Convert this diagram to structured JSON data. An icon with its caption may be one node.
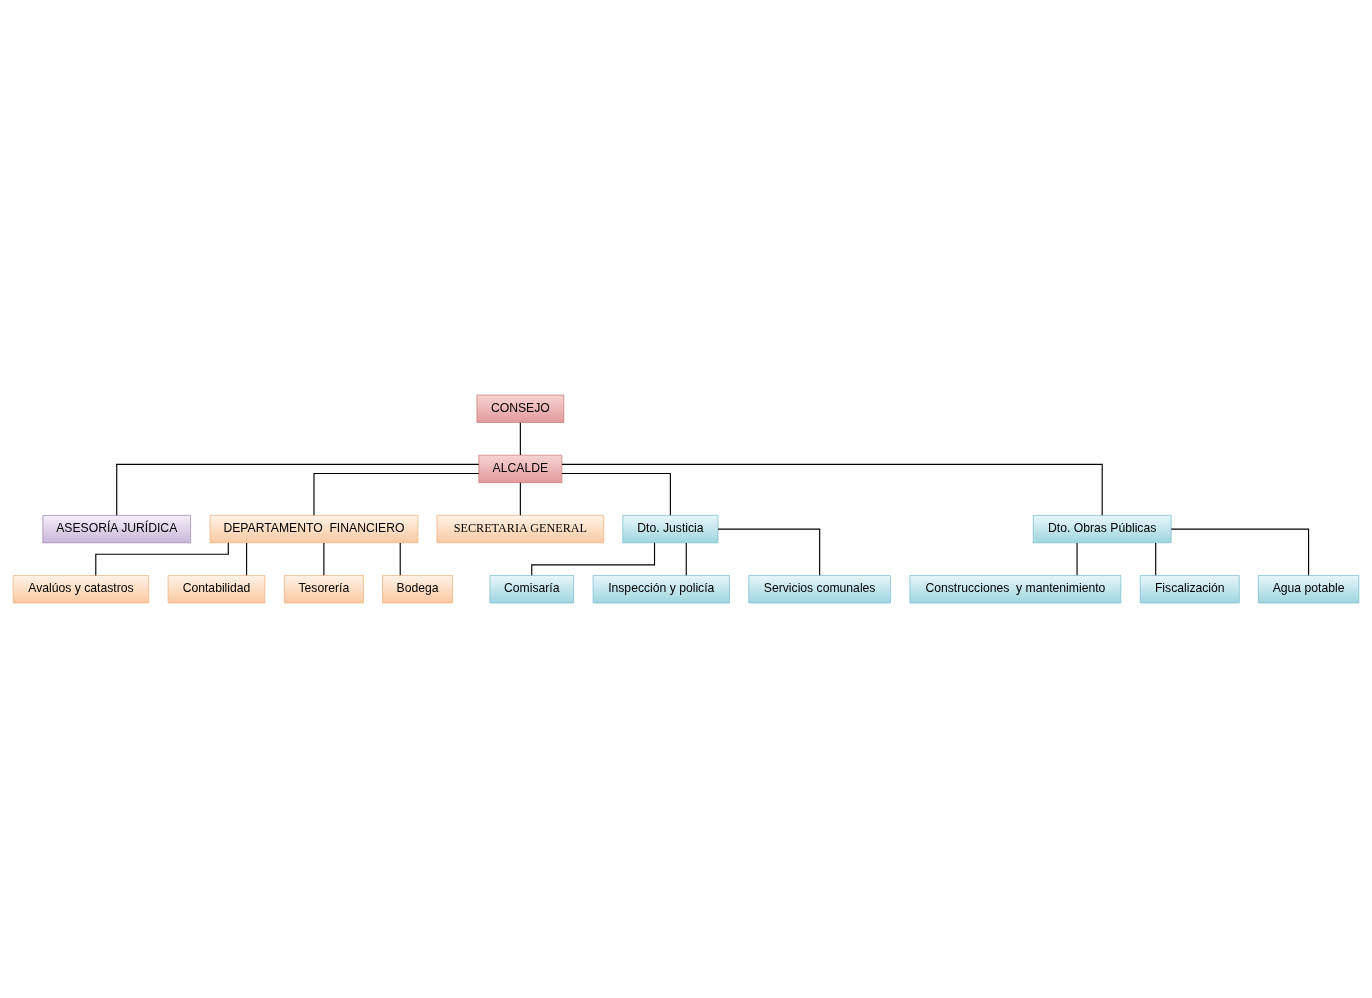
{
  "diagram": {
    "nodes": [
      {
        "text": [
          "CONSEJO"
        ]
      },
      {
        "text": [
          "ALCALDE"
        ]
      },
      {
        "text": [
          "ASESORÍA JURÍDICA"
        ]
      },
      {
        "text": [
          "DEPARTAMENTO  FINANCIERO"
        ]
      },
      {
        "text": [
          "SECRETARIA GENERAL"
        ]
      },
      {
        "text": [
          "Avalúos y catastros"
        ]
      },
      {
        "text": [
          "Contabilidad"
        ]
      },
      {
        "text": [
          "Tesorería"
        ]
      },
      {
        "text": [
          "Bodega"
        ]
      },
      {
        "text": [
          "Dto. Justicia"
        ]
      },
      {
        "text": [
          "Dto. Obras Públicas"
        ]
      },
      {
        "text": [
          "Comisaría"
        ]
      },
      {
        "text": [
          "Inspección y policía"
        ]
      },
      {
        "text": [
          "Servicios comunales"
        ]
      },
      {
        "text": [
          "Construcciones  y mantenimiento"
        ]
      },
      {
        "text": [
          "Fiscalización"
        ]
      },
      {
        "text": [
          "Agua potable"
        ]
      }
    ],
    "edges": [
      {
        "from": 0,
        "to": 1,
        "arrow": "none"
      },
      {
        "from": 1,
        "to": 2,
        "arrow": "none"
      },
      {
        "from": 1,
        "to": 3,
        "arrow": "none"
      },
      {
        "from": 1,
        "to": 4,
        "arrow": "none"
      },
      {
        "from": 1,
        "to": 9,
        "arrow": "none"
      },
      {
        "from": 1,
        "to": 10,
        "arrow": "none"
      },
      {
        "from": 3,
        "to": 5,
        "arrow": "none"
      },
      {
        "from": 3,
        "to": 6,
        "arrow": "none"
      },
      {
        "from": 3,
        "to": 7,
        "arrow": "none"
      },
      {
        "from": 3,
        "to": 8,
        "arrow": "none"
      },
      {
        "from": 9,
        "to": 11,
        "arrow": "none"
      },
      {
        "from": 9,
        "to": 12,
        "arrow": "none"
      },
      {
        "from": 9,
        "to": 13,
        "arrow": "none"
      },
      {
        "from": 10,
        "to": 14,
        "arrow": "none"
      },
      {
        "from": 10,
        "to": 15,
        "arrow": "none"
      },
      {
        "from": 10,
        "to": 16,
        "arrow": "none"
      }
    ]
  }
}
